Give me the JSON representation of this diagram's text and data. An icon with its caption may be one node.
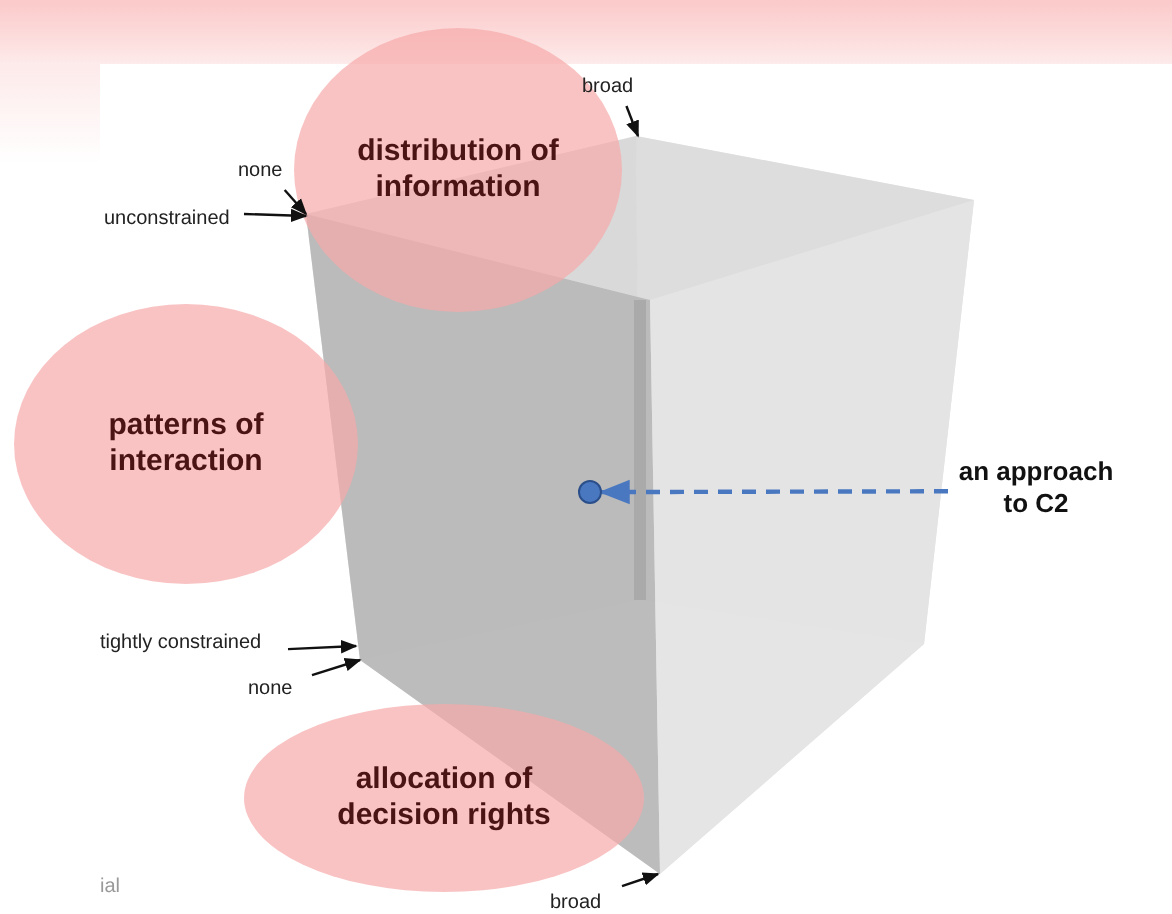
{
  "diagram": {
    "nodes": [
      {
        "text": [
          "distribution of information"
        ]
      },
      {
        "text": [
          "patterns of interaction"
        ]
      },
      {
        "text": [
          "allocation of decision rights"
        ]
      },
      {
        "text": [
          "broad"
        ]
      },
      {
        "text": [
          "none"
        ]
      },
      {
        "text": [
          "unconstrained"
        ]
      },
      {
        "text": [
          "tightly constrained"
        ]
      },
      {
        "text": [
          "none"
        ]
      },
      {
        "text": [
          "broad"
        ]
      },
      {
        "text": [
          "an approach to C2"
        ]
      },
      {
        "text": [],
        "shape": "cube"
      },
      {
        "text": [],
        "shape": "circle",
        "in": 10
      }
    ],
    "edges": [
      {
        "from": 3,
        "to": 10,
        "arrow": "to"
      },
      {
        "from": 4,
        "to": 10,
        "arrow": "to"
      },
      {
        "from": 5,
        "to": 10,
        "arrow": "to"
      },
      {
        "from": 6,
        "to": 10,
        "arrow": "to"
      },
      {
        "from": 7,
        "to": 10,
        "arrow": "to"
      },
      {
        "from": 8,
        "to": 10,
        "arrow": "to"
      },
      {
        "from": 9,
        "to": 11,
        "arrow": "to",
        "style": "dashed",
        "color": "#4a78c0"
      }
    ],
    "labels": [
      "ial"
    ]
  }
}
